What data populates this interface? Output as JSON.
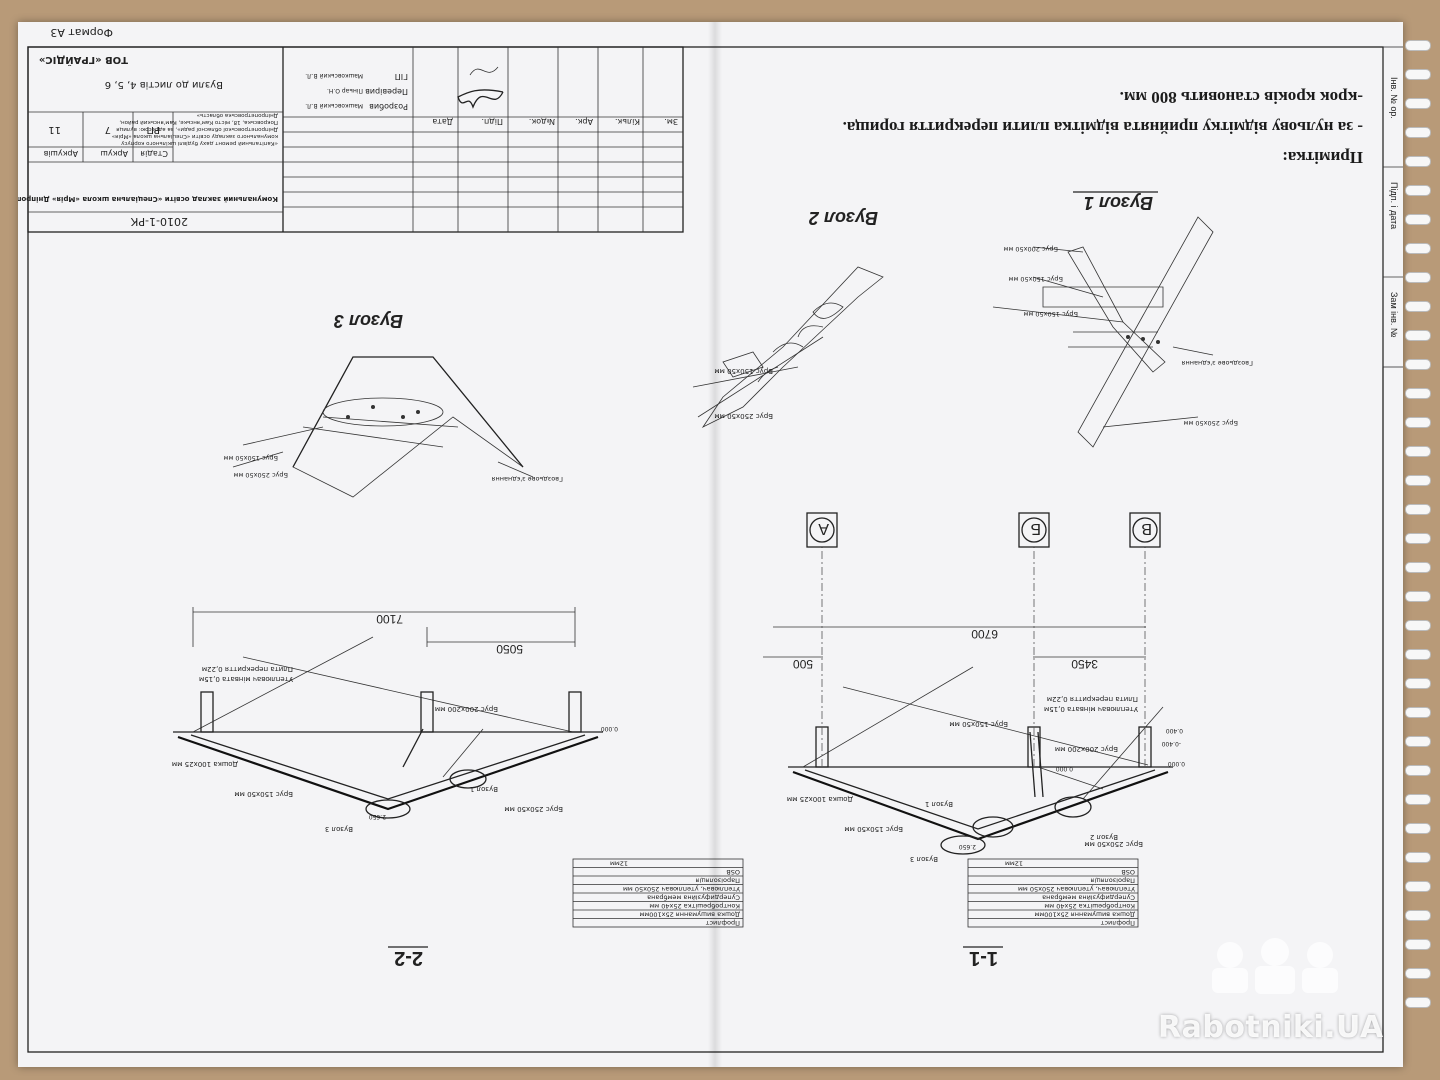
{
  "sheet": {
    "format_label": "Формат А3",
    "note_title": "Примітка:",
    "note_line_1": "- за нульову відмітку прийнята відмітка плити перекриття горища.",
    "note_line_2": "-крок кроків становить 800 мм."
  },
  "side_stamp": {
    "col_1": "Інв. № ор.",
    "col_2": "Підп. і дата",
    "col_3": "Зам інв. №"
  },
  "title_block": {
    "code": "2010-1-РК",
    "project": "Комунальний заклад освіти «Спеціальна школа «Мрія» Дніпропетровської обласної ради»",
    "project_desc_1": "«Капітальний ремонт даху будівлі шкільного корпусу",
    "project_desc_2": "комунального закладу освіти «Спеціальна школа «Мрія»",
    "project_desc_3": "Дніпропетровської обласної ради», за адресою: вулиця",
    "project_desc_4": "Покровська, 18, місто Кам'янське, Кам'янський район,",
    "project_desc_5": "Дніпропетровська область»",
    "sheet_name": "Вузли до листів 4, 5, 6",
    "company": "ТОВ «ГРАЙДІС»",
    "stage_header": "Стадія",
    "sheet_header": "Аркуш",
    "sheets_header": "Аркушів",
    "stage": "РП",
    "sheet": "7",
    "sheets": "11",
    "hdr_zm": "Зм.",
    "hdr_kil": "Кільк.",
    "hdr_ark": "Арк.",
    "hdr_doc": "№док.",
    "hdr_pidp": "Підп.",
    "hdr_date": "Дата",
    "role_1": "Розробив",
    "name_1": "Машковський В.Л.",
    "role_2": "Перевірив",
    "name_2": "Піньар О.Н.",
    "role_3": "ГІП",
    "name_3": "Машковський В.Л."
  },
  "section_1_1": {
    "title": "1-1",
    "axes": [
      "А",
      "Б",
      "В"
    ],
    "dim_500": "500",
    "dim_6700": "6700",
    "dim_3450": "3450",
    "layers": [
      "Профлист",
      "Дошка вишумання 25х100мм",
      "Контробрешітка 25х40 мм",
      "Супердифузійна мембрана",
      "Утеплювач, утеплювач 250х50 мм",
      "Пароізоляція",
      "OSB",
      "12мм"
    ],
    "labels": [
      "Брус 200х200 мм",
      "Брус 150х50 мм",
      "Утеплювач мінвата 0,15м",
      "Плита перекриття 0,22м",
      "Брус 250х50 мм",
      "Брус 150х50 мм",
      "Дошка 100х25 мм",
      "Вузол 1",
      "Вузол 2",
      "Вузол 3"
    ],
    "levels": [
      "0.000",
      "0.400",
      "-0.400",
      "0.000",
      "2.650"
    ]
  },
  "section_2_2": {
    "title": "2-2",
    "dim_7100": "7100",
    "dim_5050": "5050",
    "layers": [
      "Профлист",
      "Дошка вишумання 25х100мм",
      "Контробрешітка 25х40 мм",
      "Супердифузійна мембрана",
      "Утеплювач, утеплювач 250х50 мм",
      "Пароізоляція",
      "OSB",
      "12мм"
    ],
    "labels": [
      "Брус 200х200 мм",
      "Утеплювач мінвата 0,15м",
      "Плита перекриття 0,22м",
      "Брус 250х50 мм",
      "Брус 150х50 мм",
      "Дошка 100х25 мм",
      "Вузол 1",
      "Вузол 3"
    ],
    "levels": [
      "0.000",
      "2.650"
    ]
  },
  "node_1": {
    "title": "Вузол 1",
    "labels": [
      "Брус 250х50 мм",
      "Брус 150х50 мм",
      "Брус 150х50 мм",
      "Гвоздьове з'єднання",
      "Брус 200х50 мм"
    ]
  },
  "node_2": {
    "title": "Вузол 2",
    "labels": [
      "Брус 150х50 мм",
      "Брус 250х50 мм"
    ]
  },
  "node_3": {
    "title": "Вузол 3",
    "labels": [
      "Брус 250х50 мм",
      "Брус 150х50 мм",
      "Гвоздьове з'єднання"
    ]
  },
  "watermark": {
    "text": "Rabotniki.UA"
  },
  "colors": {
    "table": "#b89a78",
    "paper": "#f4f4f6",
    "ink": "#222222"
  }
}
